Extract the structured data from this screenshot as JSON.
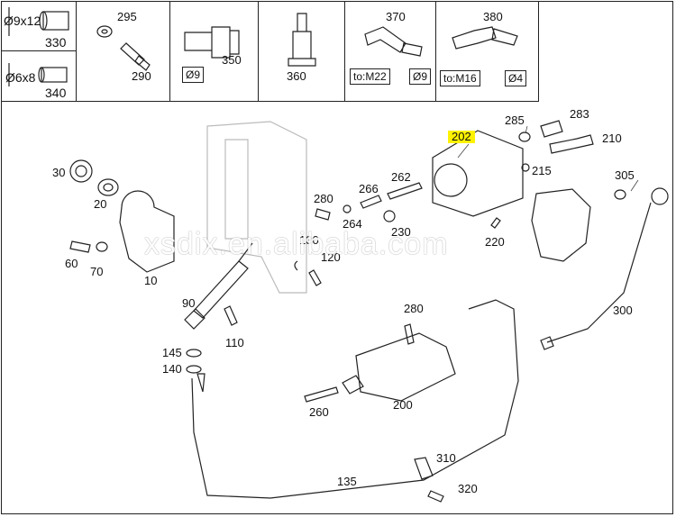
{
  "header": {
    "cells": [
      {
        "labels": [
          "Ø9x12",
          "330",
          "Ø6x8",
          "340"
        ]
      },
      {
        "labels": [
          "295",
          "290"
        ]
      },
      {
        "labels": [
          "350"
        ],
        "boxed": [
          "Ø9"
        ]
      },
      {
        "labels": [
          "360"
        ]
      },
      {
        "labels": [
          "370"
        ],
        "boxed": [
          "to:M22",
          "Ø9"
        ]
      },
      {
        "labels": [
          "380"
        ],
        "boxed": [
          "to:M16",
          "Ø4"
        ]
      }
    ]
  },
  "callouts": {
    "c30": "30",
    "c20": "20",
    "c10": "10",
    "c60": "60",
    "c70": "70",
    "c90": "90",
    "c110": "110",
    "c145": "145",
    "c140": "140",
    "c280a": "280",
    "c264": "264",
    "c266": "266",
    "c262": "262",
    "c230": "230",
    "c130": "130",
    "c120": "120",
    "c220": "220",
    "c202": "202",
    "c285": "285",
    "c283": "283",
    "c210": "210",
    "c215": "215",
    "c305": "305",
    "c300": "300",
    "c280b": "280",
    "c260": "260",
    "c200": "200",
    "c135": "135",
    "c310": "310",
    "c320": "320"
  },
  "watermark": "xsdix.en.alibaba.com"
}
